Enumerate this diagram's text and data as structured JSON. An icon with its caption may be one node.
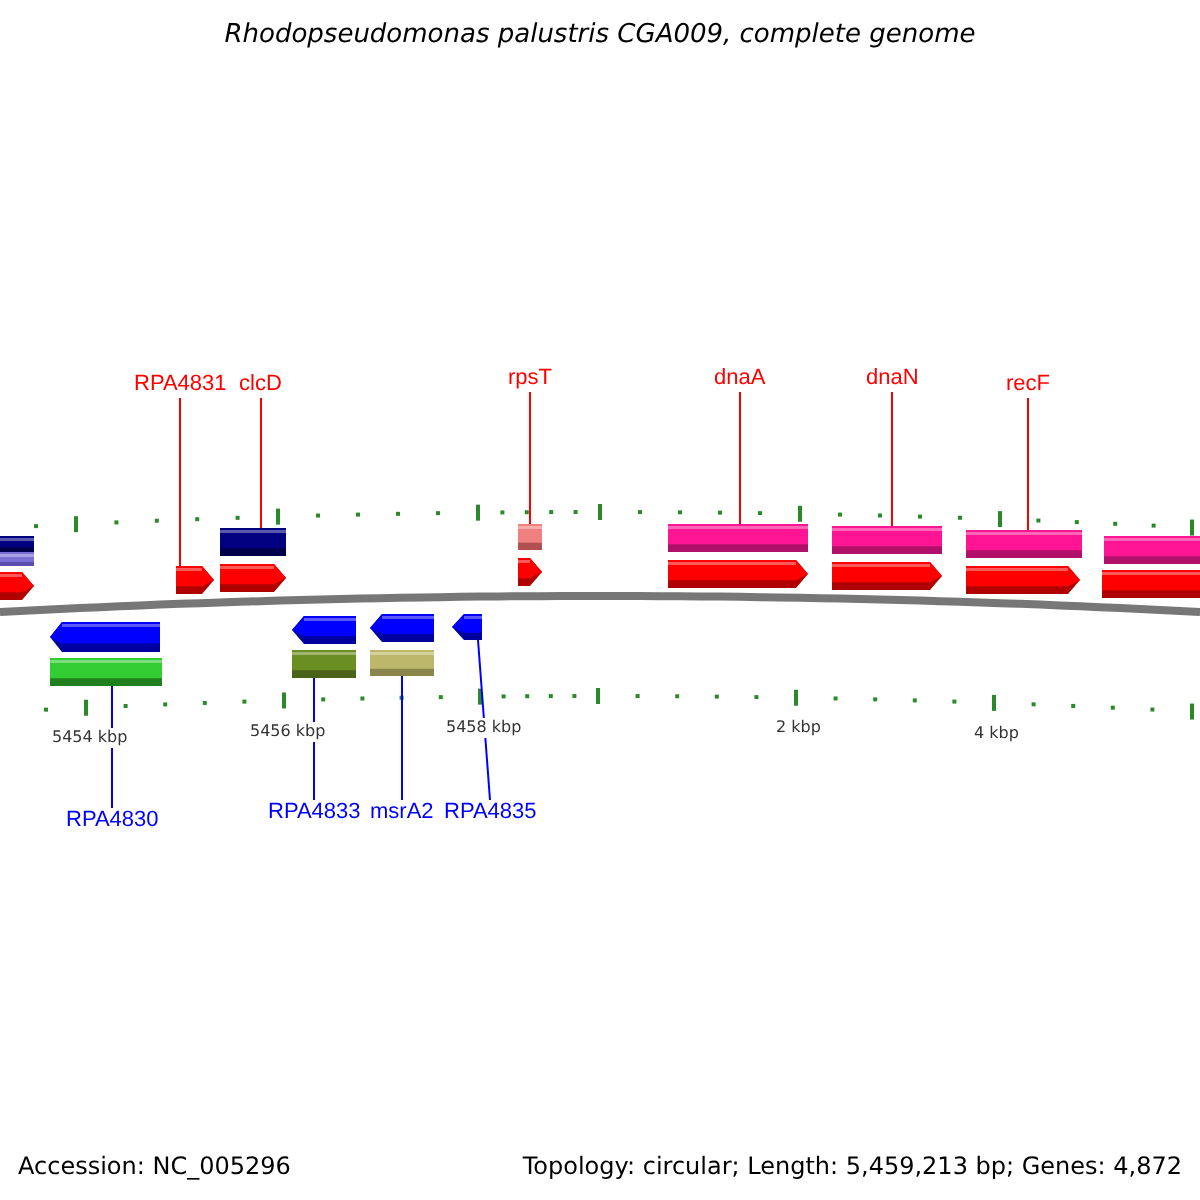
{
  "diagram": {
    "title": "Rhodopseudomonas palustris CGA009, complete genome",
    "nodes": [
      {
        "text": [
          "RPA4831"
        ]
      },
      {
        "text": [
          "clcD"
        ]
      },
      {
        "text": [
          "rpsT"
        ]
      },
      {
        "text": [
          "dnaA"
        ]
      },
      {
        "text": [
          "dnaN"
        ]
      },
      {
        "text": [
          "recF"
        ]
      },
      {
        "text": [],
        "shape": "bar"
      },
      {
        "text": [],
        "shape": "bar"
      },
      {
        "text": [],
        "shape": "bar"
      },
      {
        "text": [],
        "shape": "bar"
      },
      {
        "text": [],
        "shape": "bar"
      },
      {
        "text": [],
        "shape": "bar"
      },
      {
        "text": [],
        "shape": "bar"
      },
      {
        "text": [],
        "shape": "bar"
      },
      {
        "text": [],
        "shape": "arrow"
      },
      {
        "text": [],
        "shape": "arrow"
      },
      {
        "text": [],
        "shape": "arrow"
      },
      {
        "text": [],
        "shape": "arrow"
      },
      {
        "text": [],
        "shape": "arrow"
      },
      {
        "text": [],
        "shape": "arrow"
      },
      {
        "text": [],
        "shape": "arrow"
      },
      {
        "text": [],
        "shape": "arrow"
      },
      {
        "text": [],
        "shape": "arrow"
      },
      {
        "text": [],
        "shape": "arrow"
      },
      {
        "text": [],
        "shape": "arrow"
      },
      {
        "text": [],
        "shape": "arrow"
      },
      {
        "text": [],
        "shape": "bar"
      },
      {
        "text": [],
        "shape": "bar"
      },
      {
        "text": [],
        "shape": "bar"
      },
      {
        "text": [
          "RPA4830"
        ]
      },
      {
        "text": [
          "RPA4833"
        ]
      },
      {
        "text": [
          "msrA2"
        ]
      },
      {
        "text": [
          "RPA4835"
        ]
      }
    ],
    "edges": [
      {
        "from": 0,
        "to": 15,
        "arrow": "none"
      },
      {
        "from": 1,
        "to": 8,
        "arrow": "none"
      },
      {
        "from": 2,
        "to": 9,
        "arrow": "none"
      },
      {
        "from": 3,
        "to": 10,
        "arrow": "none"
      },
      {
        "from": 4,
        "to": 11,
        "arrow": "none"
      },
      {
        "from": 5,
        "to": 12,
        "arrow": "none"
      },
      {
        "from": 29,
        "to": 26,
        "arrow": "none",
        "color": "#0000ff"
      },
      {
        "from": 30,
        "to": 27,
        "arrow": "none",
        "color": "#0000ff"
      },
      {
        "from": 31,
        "to": 28,
        "arrow": "none",
        "color": "#0000ff"
      },
      {
        "from": 32,
        "to": 25,
        "arrow": "none",
        "color": "#0000ff"
      }
    ],
    "labels": [
      "5454 kbp",
      "5456 kbp",
      "5458 kbp",
      "2 kbp",
      "4 kbp",
      "Accession: NC_005296",
      "Topology: circular; Length: 5,459,213 bp; Genes: 4,872"
    ]
  }
}
